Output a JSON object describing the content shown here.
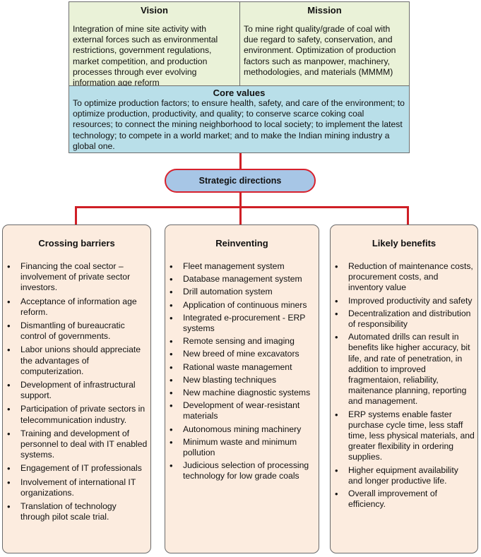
{
  "vision": {
    "title": "Vision",
    "text": "Integration of mine site activity with external forces such as environmental restrictions, government regulations, market competition, and production processes through ever evolving information age reform"
  },
  "mission": {
    "title": "Mission",
    "text": "To mine right quality/grade of coal with due regard to safety, conservation, and environment. Optimization of production factors such as manpower, machinery, methodologies, and materials (MMMM)"
  },
  "core_values": {
    "title": "Core values",
    "text": "To optimize production factors; to ensure health, safety, and care of the environment; to optimize production, productivity, and quality; to conserve scarce coking coal resources; to connect the mining neighborhood to local society; to implement the latest technology; to compete in a world market; and to make the Indian mining industry a global one."
  },
  "strategic": {
    "label": "Strategic directions"
  },
  "colors": {
    "green_box": "#eaf2d8",
    "blue_box": "#b9dfe9",
    "pill": "#a7c6e6",
    "connector": "#cf1f26",
    "column": "#fcecdf"
  },
  "columns": [
    {
      "title": "Crossing barriers",
      "items": [
        "Financing the coal sector – involvement of private sector investors.",
        "Acceptance of information age reform.",
        "Dismantling of bureaucratic control of governments.",
        "Labor unions should appreciate the advantages of computerization.",
        "Development of infrastructural support.",
        "Participation of private sectors in telecommunication industry.",
        "Training and development of personnel to deal with IT enabled systems.",
        "Engagement of IT professionals",
        "Involvement of international IT organizations.",
        "Translation of technology through pilot scale trial."
      ]
    },
    {
      "title": "Reinventing",
      "items": [
        "Fleet management system",
        "Database management system",
        "Drill automation system",
        "Application of continuous miners",
        "Integrated e-procurement - ERP systems",
        "Remote sensing and imaging",
        "New breed of mine excavators",
        "Rational waste management",
        "New blasting techniques",
        "New machine diagnostic systems",
        "Development of wear-resistant materials",
        "Autonomous mining machinery",
        "Minimum waste and minimum pollution",
        "Judicious selection of processing technology for low grade coals"
      ]
    },
    {
      "title": "Likely benefits",
      "items": [
        "Reduction of maintenance costs, procurement costs, and inventory value",
        "Improved productivity and safety",
        "Decentralization and distribution of responsibility",
        "Automated drills can result in benefits like higher accuracy, bit life, and rate of penetration, in addition to improved fragmentaion, reliability, maitenance planning, reporting and management.",
        "ERP systems enable faster purchase cycle time, less staff time, less physical materials, and greater flexibility in ordering supplies.",
        "Higher equipment availability and longer productive life.",
        "Overall improvement of efficiency."
      ]
    }
  ]
}
